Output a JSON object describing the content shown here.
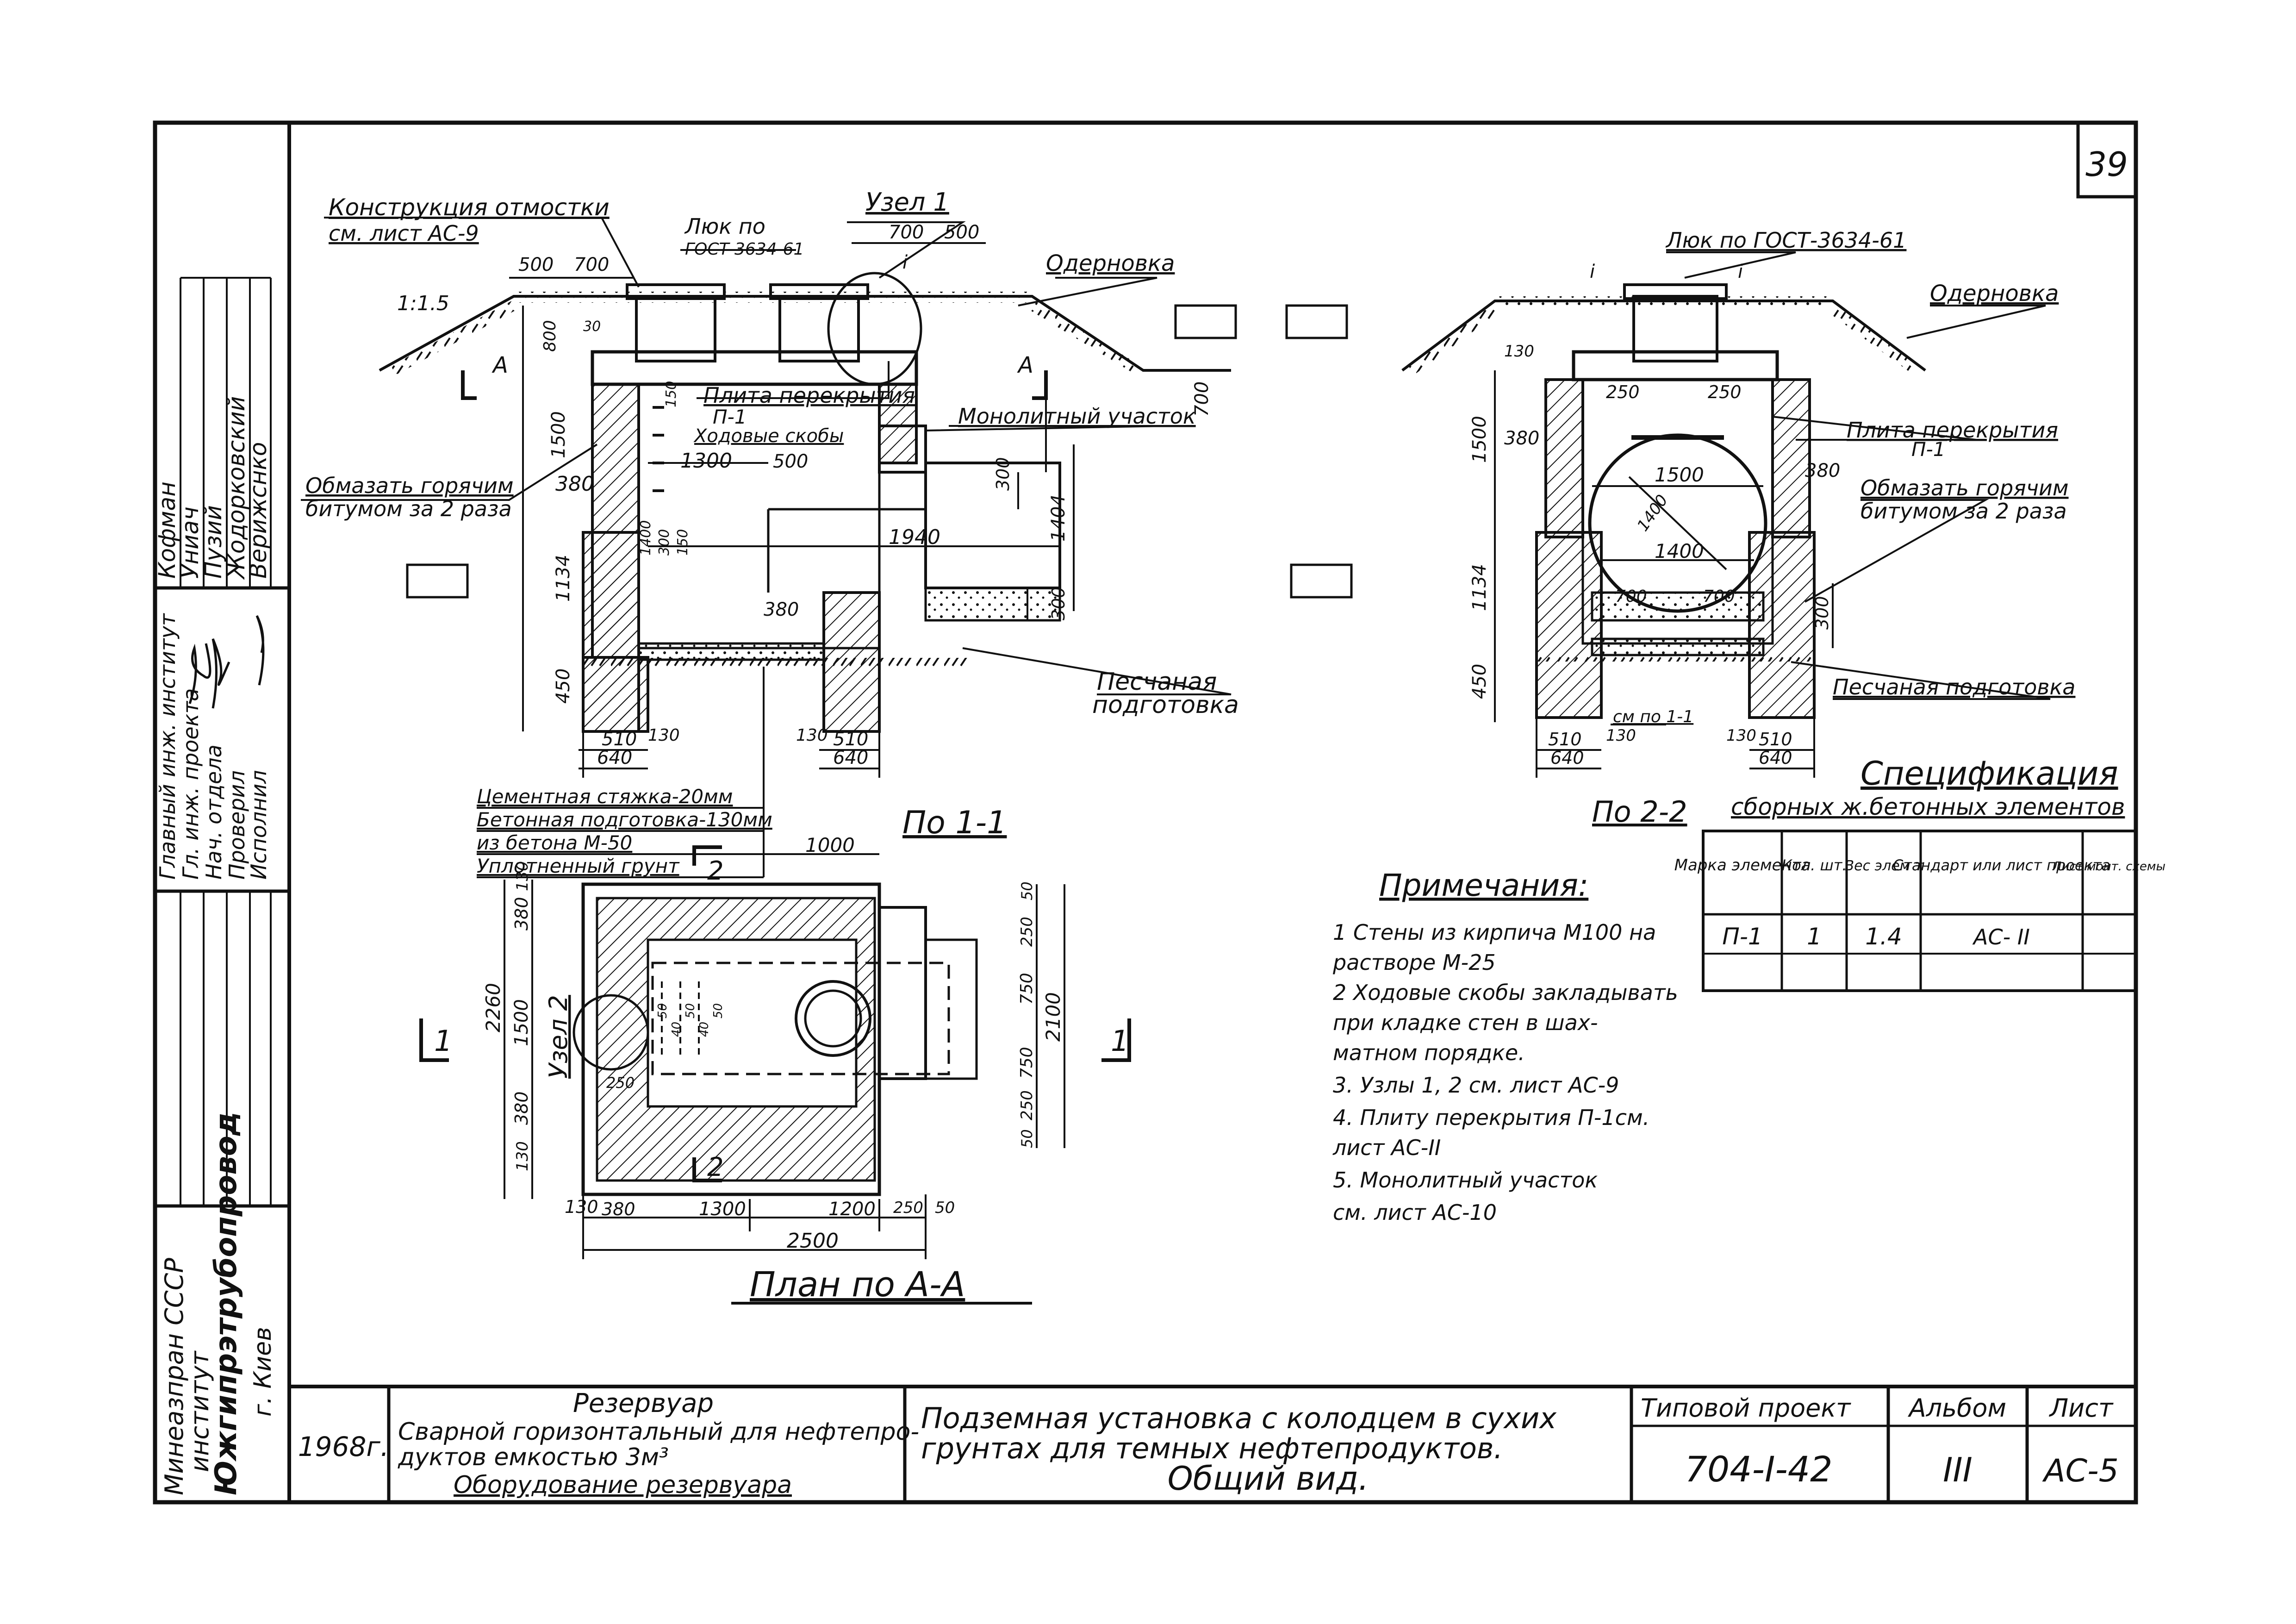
{
  "sheet": {
    "page_number": "39"
  },
  "left_stamp": {
    "org_line1": "Минеазпран СССР",
    "org_line2": "институт",
    "org_line3": "Южгипрэтрубопровод",
    "city": "г. Киев",
    "roles": [
      "Главный инж. институт",
      "Гл. инж. проекта",
      "Нач. отдела",
      "Проверил",
      "Исполнил"
    ],
    "names": [
      "Кофман",
      "Униач",
      "Пузий",
      "Жодорковский",
      "Верижснко"
    ]
  },
  "title_block": {
    "year": "1968г.",
    "object": [
      "Резервуар",
      "Сварной горизонтальный для нефтепро-",
      "дуктов емкостью 3м³",
      "Оборудование резервуара"
    ],
    "title": [
      "Подземная установка с колодцем в сухих",
      "грунтах для темных нефтепродуктов.",
      "Общий вид."
    ],
    "project_label": "Типовой проект",
    "project_value": "704-I-42",
    "album_label": "Альбом",
    "album_value": "III",
    "sheet_label": "Лист",
    "sheet_value": "АС-5"
  },
  "section_1_1": {
    "title": "По 1-1",
    "labels": {
      "constr": "Конструкция отмостки",
      "constr_ref": "см. лист АС-9",
      "hatch": "Люк по",
      "hatch_gost": "ГОСТ 3634-61",
      "node": "Узел 1",
      "turf": "Одерновка",
      "slope": "1:1.5",
      "slab": "Плита перекрытия",
      "slab_mark": "П-1",
      "steps": "Ходовые скобы",
      "monolith": "Монолитный участок",
      "coat1": "Обмазать горячим",
      "coat2": "битумом за 2 раза",
      "sand1": "Песчаная",
      "sand2": "подготовка",
      "section_a": "А",
      "i_mark": "i"
    },
    "dims": [
      "500",
      "700",
      "700",
      "500",
      "800",
      "30",
      "150",
      "1500",
      "380",
      "1300",
      "500",
      "300",
      "1134",
      "1940",
      "1404",
      "380",
      "300",
      "450",
      "510",
      "130",
      "640",
      "130",
      "510",
      "640",
      "700",
      "1400",
      "300",
      "150"
    ]
  },
  "section_2_2": {
    "title": "По 2-2",
    "labels": {
      "hatch": "Люк по ГОСТ-3634-61",
      "turf": "Одерновка",
      "slab": "Плита перекрытия",
      "slab_mark": "П-1",
      "coat1": "Обмазать горячим",
      "coat2": "битумом за 2 раза",
      "sand": "Песчаная подготовка",
      "ref": "см по 1-1",
      "i_mark": "i"
    },
    "dims": [
      "130",
      "250",
      "250",
      "1500",
      "380",
      "380",
      "1500",
      "1400",
      "1400",
      "700",
      "700",
      "1134",
      "300",
      "450",
      "510",
      "130",
      "640",
      "130",
      "510",
      "640"
    ]
  },
  "layers": [
    "Цементная стяжка-20мм",
    "Бетонная подготовка-130мм",
    "из бетона М-50",
    "Уплотненный грунт"
  ],
  "plan": {
    "title": "План по А-А",
    "node": "Узел 2",
    "marks": [
      "1",
      "1",
      "2",
      "2"
    ],
    "dims_top": [
      "1000"
    ],
    "dims_left": [
      "130",
      "380",
      "1500",
      "380",
      "130",
      "2260"
    ],
    "dims_right": [
      "50",
      "250",
      "750",
      "750",
      "250",
      "50",
      "2100"
    ],
    "dims_bottom": [
      "130",
      "380",
      "1300",
      "1200",
      "250",
      "50",
      "2500"
    ],
    "dims_inner": [
      "250",
      "50",
      "40",
      "50",
      "40",
      "50"
    ]
  },
  "notes": {
    "title": "Примечания:",
    "items": [
      "1  Стены из кирпича М100 на",
      "   растворе М-25",
      "2  Ходовые скобы закладывать",
      "   при кладке стен в шах-",
      "   матном порядке.",
      "3. Узлы 1, 2 см. лист АС-9",
      "4. Плиту перекрытия П-1см.",
      "   лист АС-II",
      "5. Монолитный участок",
      "   см. лист АС-10"
    ]
  },
  "spec": {
    "title1": "Спецификация",
    "title2": "сборных ж.бетонных элементов",
    "headers": [
      "Марка элемента",
      "Кол. шт.",
      "Вес элем т",
      "Стандарт или лист проекта",
      "Лист монт. схемы"
    ],
    "rows": [
      [
        "П-1",
        "1",
        "1.4",
        "АС- II",
        ""
      ]
    ]
  }
}
